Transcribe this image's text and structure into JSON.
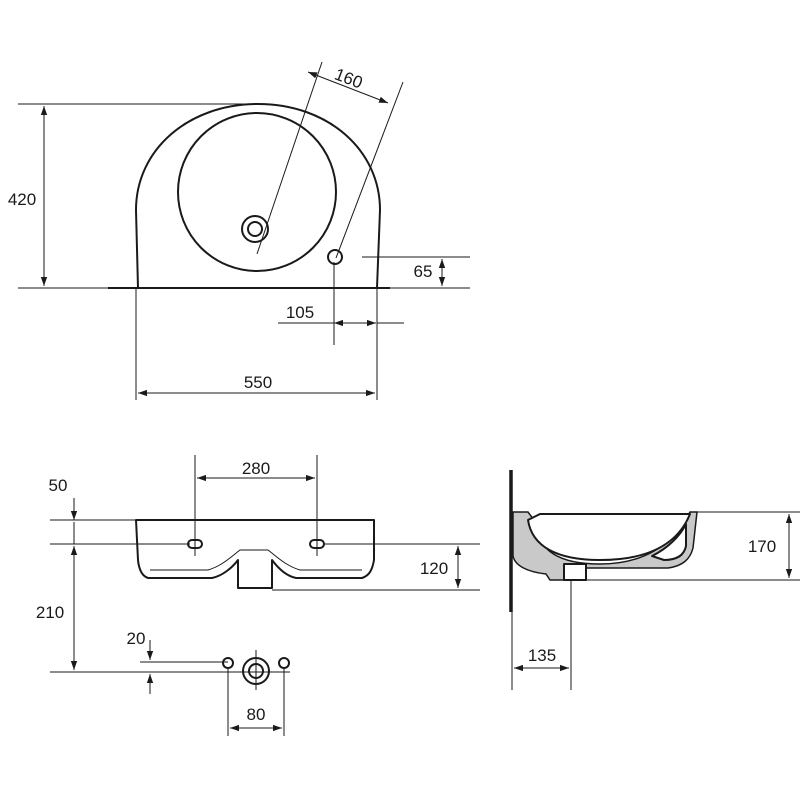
{
  "dimensions": {
    "top_view": {
      "depth": "420",
      "bowl_diameter": "160",
      "tap_offset_y": "65",
      "tap_offset_x": "105",
      "width": "550"
    },
    "front_view": {
      "tap_spacing": "280",
      "rim_thickness": "50",
      "height_to_waste": "120",
      "mount_height": "210",
      "bracket_offset": "20",
      "bracket_spacing": "80"
    },
    "side_view": {
      "basin_height": "170",
      "waste_offset": "135"
    }
  }
}
